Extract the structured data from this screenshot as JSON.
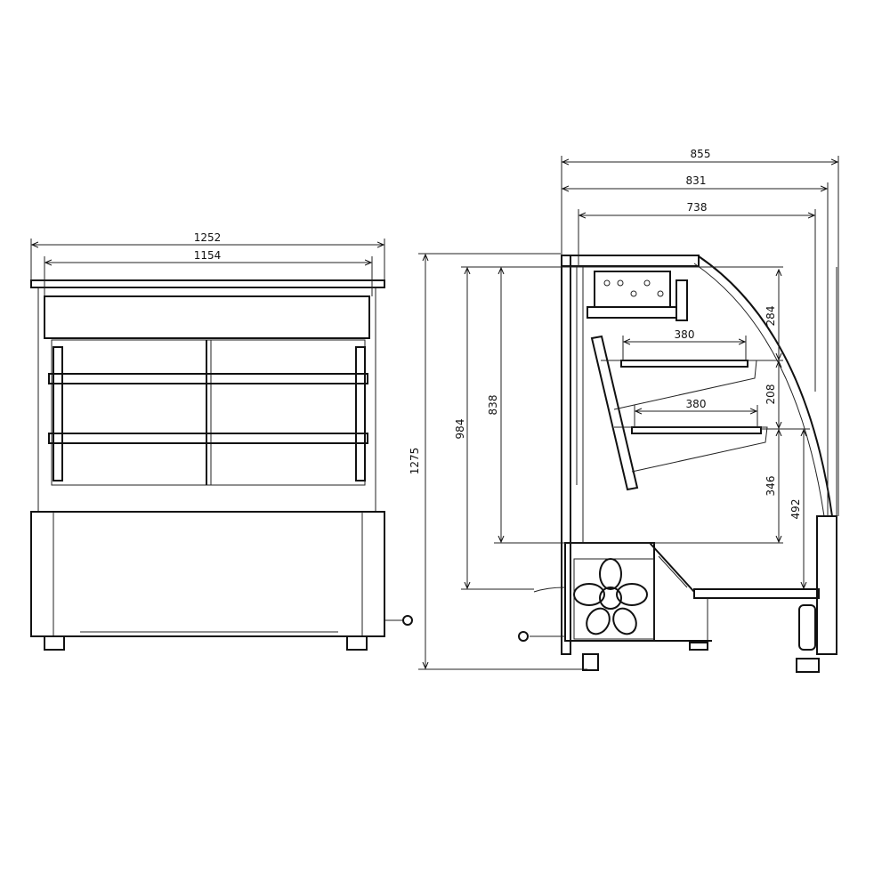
{
  "front_view": {
    "dimensions": {
      "overall_width": "1252",
      "inner_width": "1154",
      "overall_height": "1275"
    }
  },
  "side_view": {
    "dimensions": {
      "overall_depth": "855",
      "depth_831": "831",
      "depth_738": "738",
      "height_984": "984",
      "height_838": "838",
      "top_clearance": "284",
      "shelf_gap": "208",
      "lower_clearance": "346",
      "base_to_shelf": "492",
      "upper_shelf_depth": "380",
      "lower_shelf_depth": "380"
    }
  }
}
